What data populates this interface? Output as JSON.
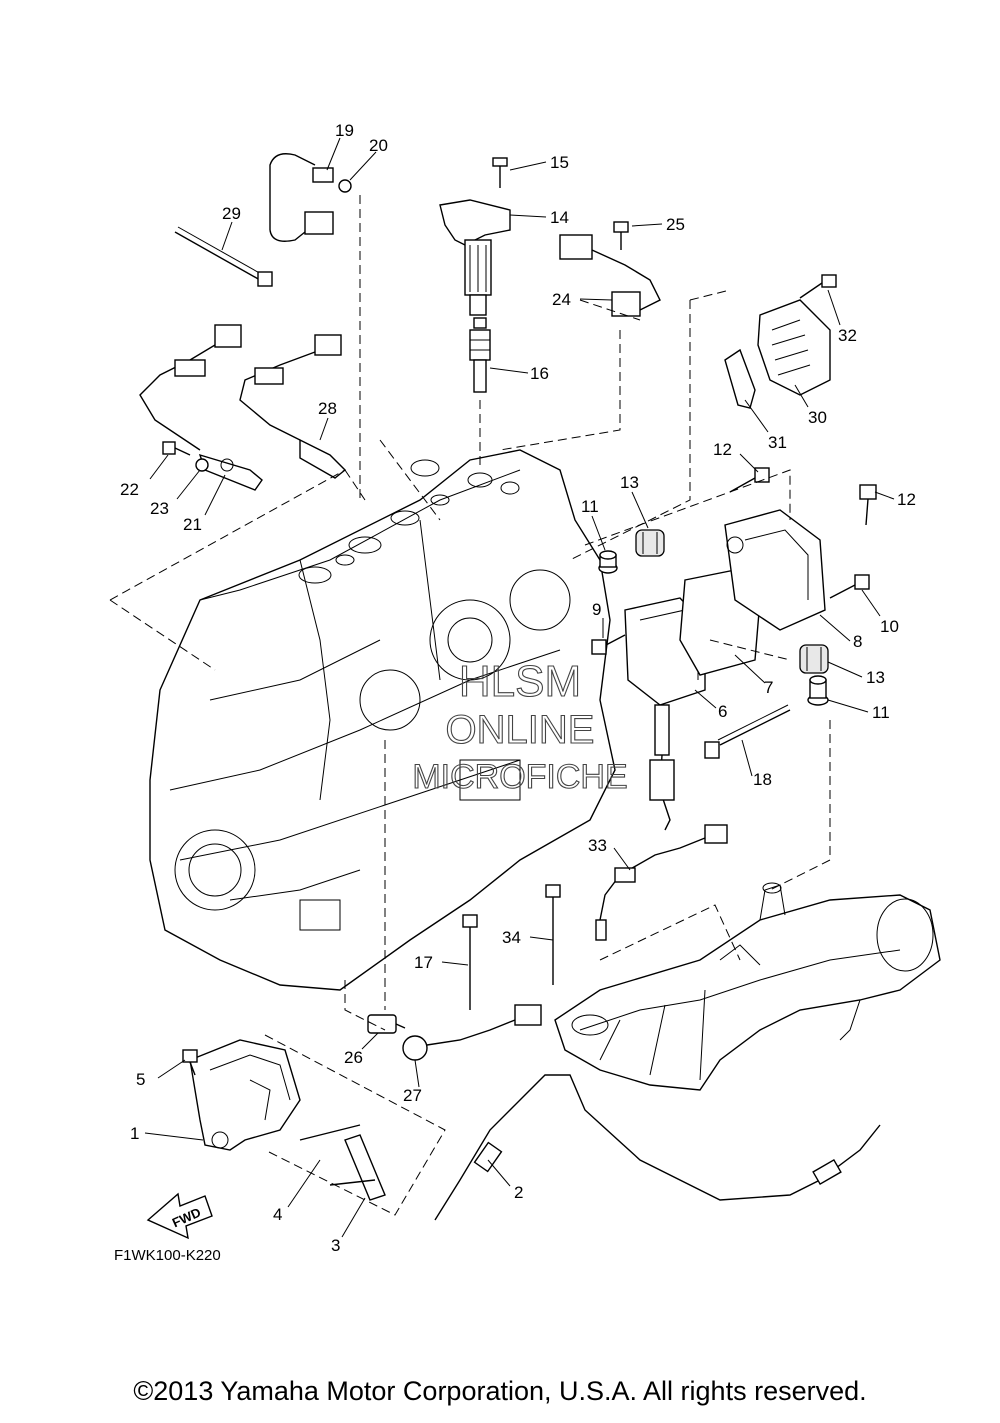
{
  "diagram_code": "F1WK100-K220",
  "copyright": "©2013 Yamaha Motor Corporation, U.S.A. All rights reserved.",
  "fwd_label": "FWD",
  "watermark": {
    "line1": "HLSM",
    "line2": "ONLINE",
    "line3": "MICROFICHE"
  },
  "callouts": {
    "c1": "1",
    "c2": "2",
    "c3": "3",
    "c4": "4",
    "c5": "5",
    "c6": "6",
    "c7": "7",
    "c8": "8",
    "c9": "9",
    "c10": "10",
    "c11a": "11",
    "c11b": "11",
    "c12a": "12",
    "c12b": "12",
    "c13a": "13",
    "c13b": "13",
    "c14": "14",
    "c15": "15",
    "c16": "16",
    "c17": "17",
    "c18": "18",
    "c19": "19",
    "c20": "20",
    "c21": "21",
    "c22": "22",
    "c23": "23",
    "c24": "24",
    "c25": "25",
    "c26": "26",
    "c27": "27",
    "c28": "28",
    "c29": "29",
    "c30": "30",
    "c31": "31",
    "c32": "32",
    "c33": "33",
    "c34": "34"
  }
}
